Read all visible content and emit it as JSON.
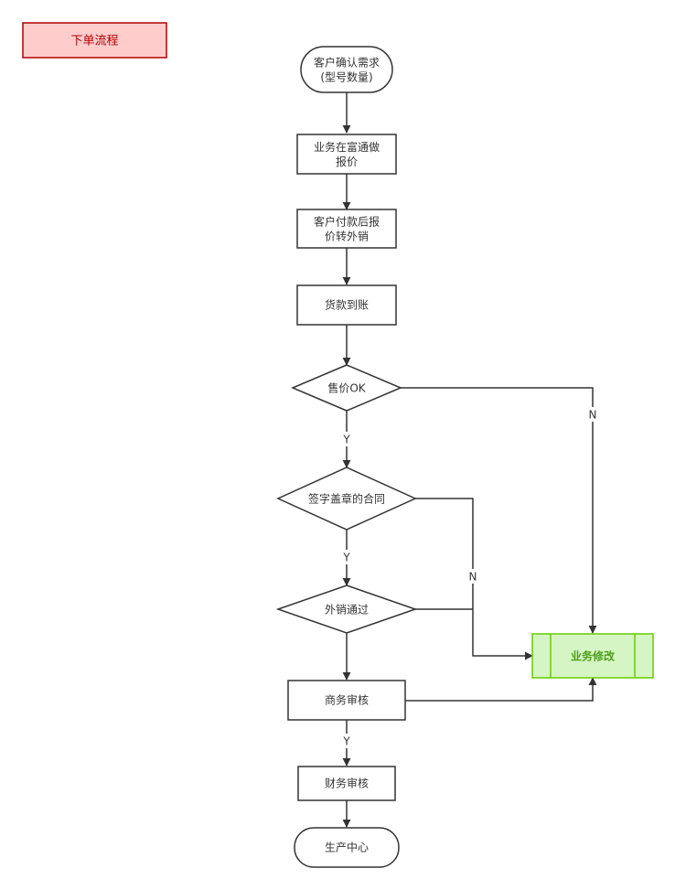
{
  "title_tag": {
    "label": "下单流程",
    "fill": "#ffcccc",
    "stroke": "#b20000"
  },
  "colors": {
    "line": "#333333",
    "node_fill": "#ffffff",
    "subprocess_fill": "#d5f5c4",
    "subprocess_stroke": "#66cc00",
    "subprocess_text": "#4d9e1a"
  },
  "nodes": {
    "n1": {
      "shape": "terminator",
      "lines": [
        "客户确认需求",
        "(型号数量)"
      ]
    },
    "n2": {
      "shape": "process",
      "lines": [
        "业务在富通做",
        "报价"
      ]
    },
    "n3": {
      "shape": "process",
      "lines": [
        "客户付款后报",
        "价转外销"
      ]
    },
    "n4": {
      "shape": "process",
      "lines": [
        "货款到账"
      ]
    },
    "d1": {
      "shape": "decision",
      "lines": [
        "售价OK"
      ]
    },
    "d2": {
      "shape": "decision",
      "lines": [
        "签字盖章的合同"
      ]
    },
    "d3": {
      "shape": "decision",
      "lines": [
        "外销通过"
      ]
    },
    "n5": {
      "shape": "process",
      "lines": [
        "商务审核"
      ]
    },
    "n6": {
      "shape": "process",
      "lines": [
        "财务审核"
      ]
    },
    "n7": {
      "shape": "terminator",
      "lines": [
        "生产中心"
      ]
    },
    "sub": {
      "shape": "subprocess",
      "lines": [
        "业务修改"
      ]
    }
  },
  "edge_labels": {
    "yes": "Y",
    "no": "N"
  }
}
